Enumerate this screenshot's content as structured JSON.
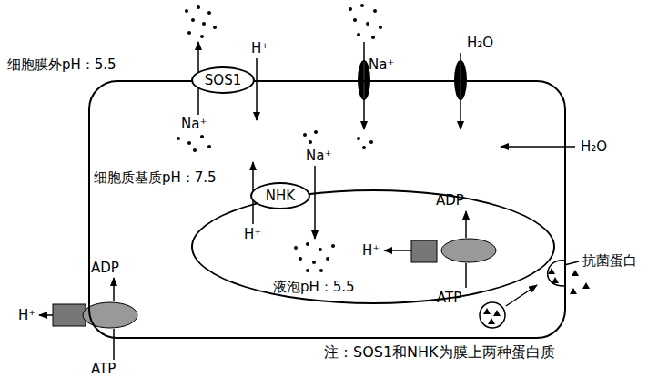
{
  "diagram": {
    "nodes": [
      {
        "text": [
          "细胞质基质pH：7.5"
        ]
      },
      {
        "text": [
          "SOS1"
        ],
        "in": 0
      },
      {
        "text": [
          "液泡pH：5.5"
        ],
        "in": 0
      },
      {
        "text": [
          "NHK"
        ],
        "in": 2
      }
    ],
    "labels": [
      "细胞膜外pH：5.5",
      "H⁺",
      "Na⁺",
      "Na⁺",
      "H₂O",
      "H₂O",
      "Na⁺",
      "H⁺",
      "ADP",
      "H⁺",
      "ATP",
      "ADP",
      "H⁺",
      "ATP",
      "抗菌蛋白",
      "注：SOS1和NHK为膜上两种蛋白质"
    ]
  }
}
